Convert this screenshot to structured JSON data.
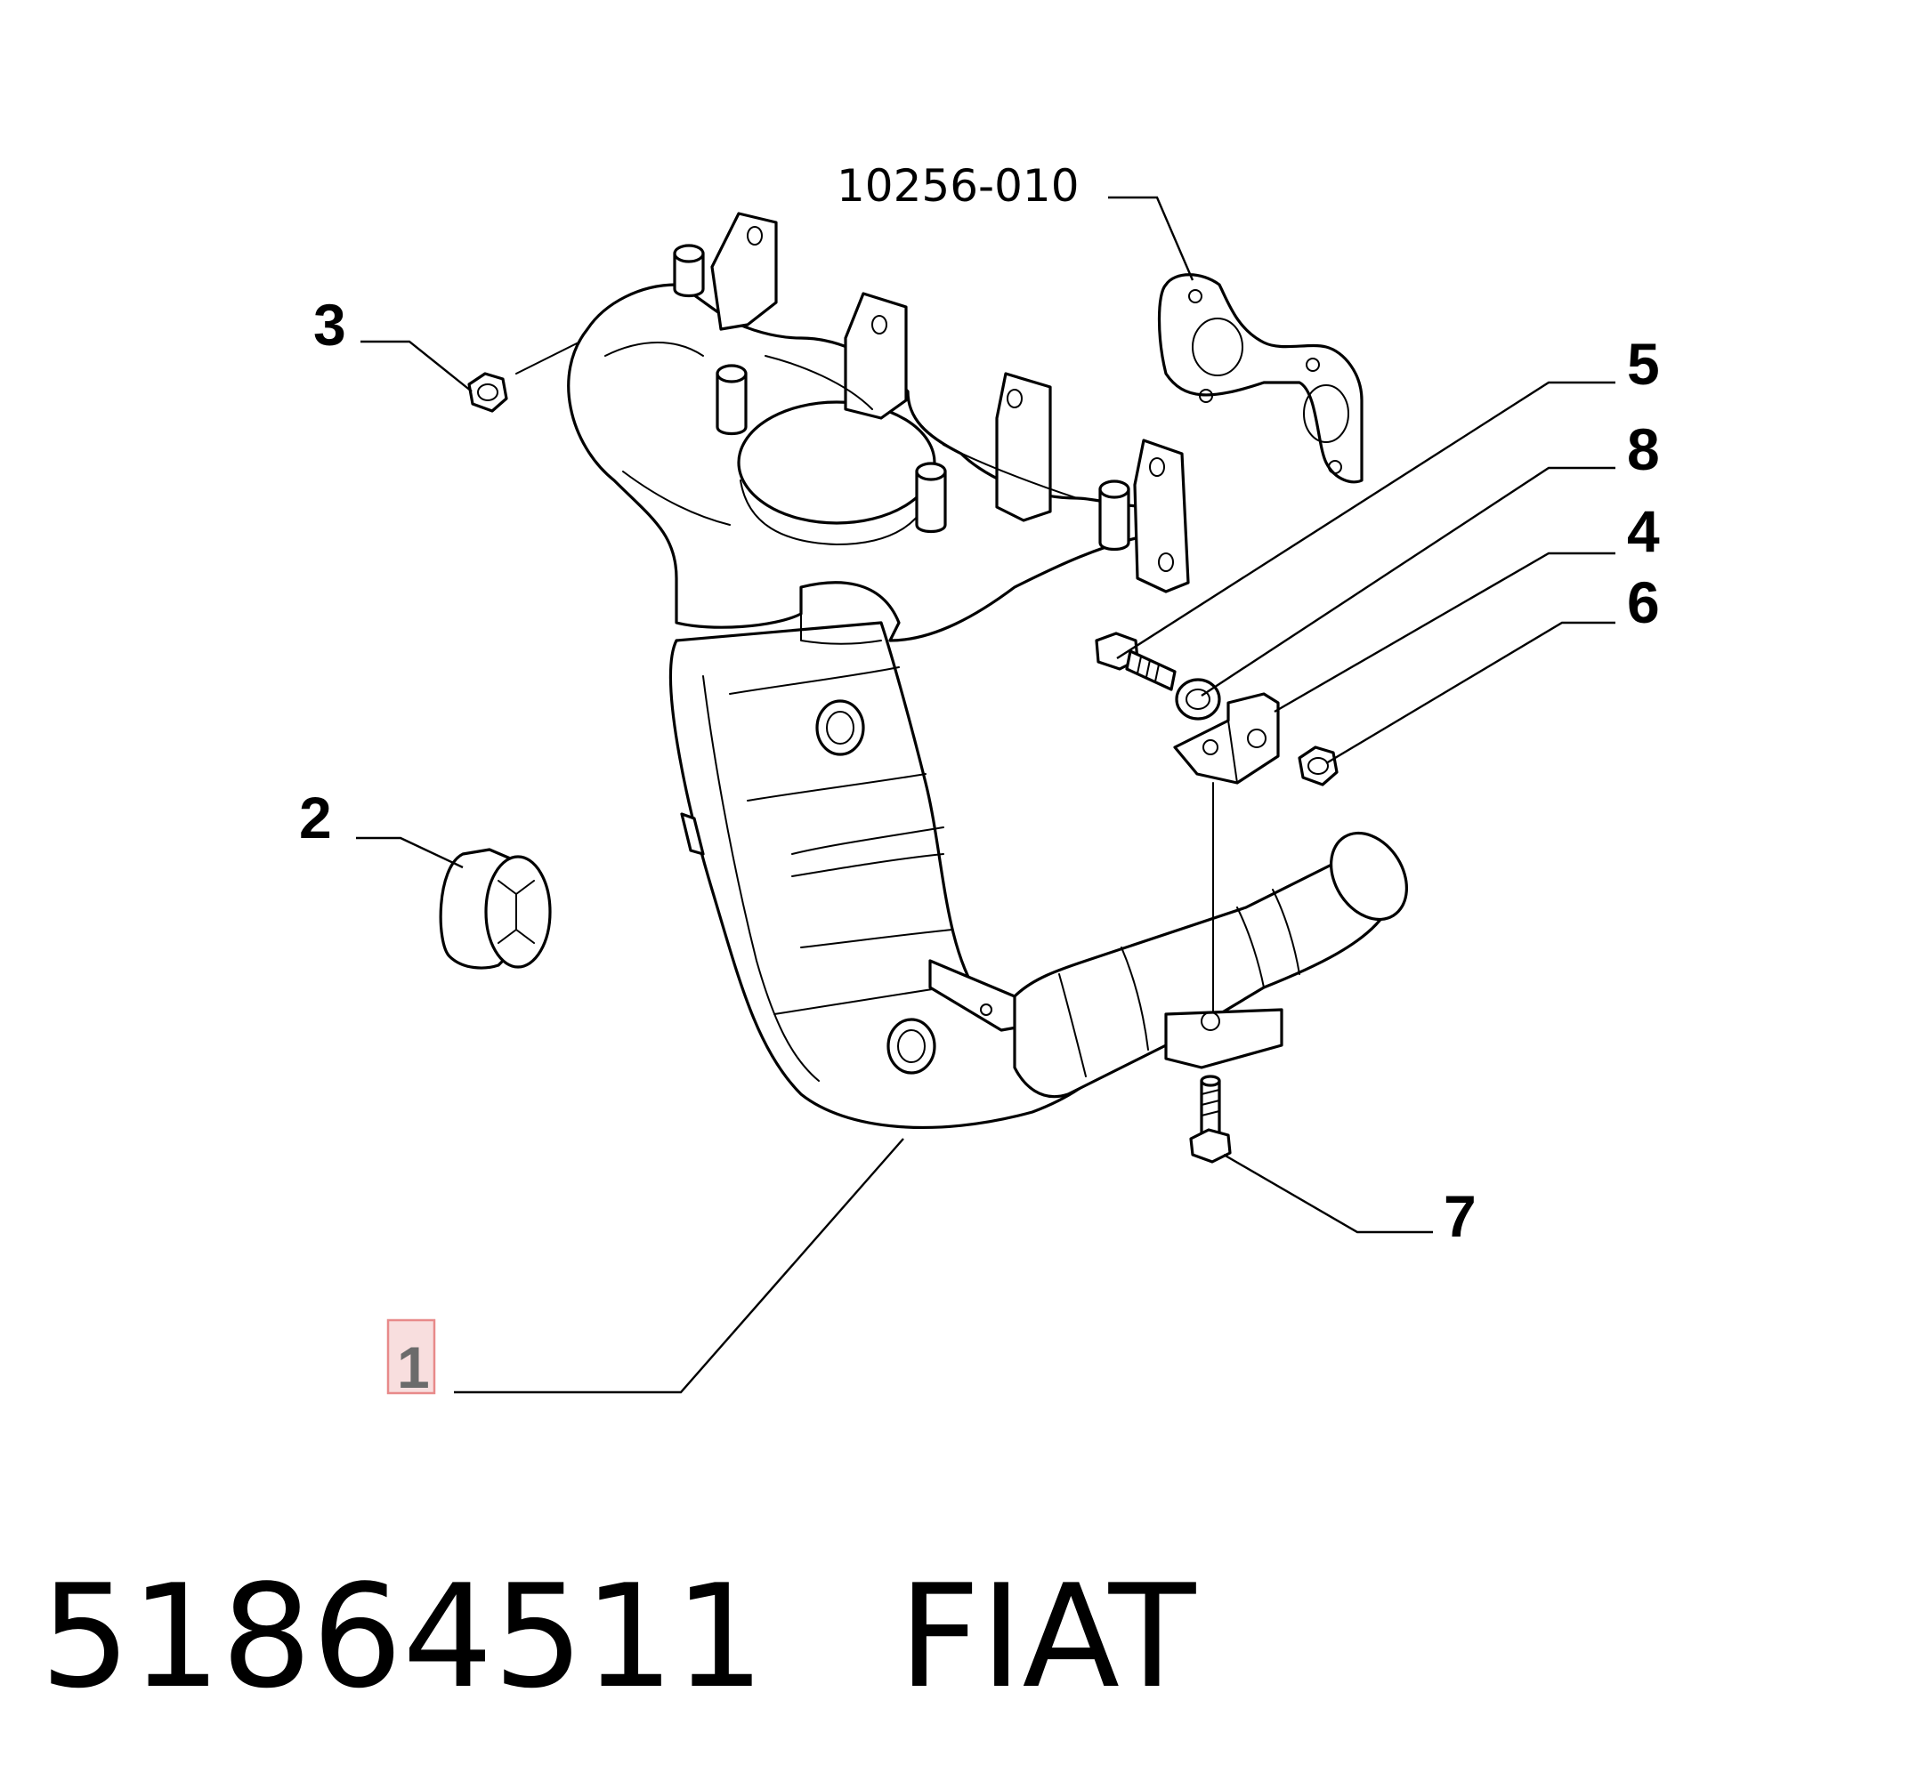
{
  "diagram": {
    "callouts": {
      "c1": "1",
      "c2": "2",
      "c3": "3",
      "c4": "4",
      "c5": "5",
      "c6": "6",
      "c7": "7",
      "c8": "8",
      "ref": "10256-010"
    },
    "highlight_color": "#f8dede"
  },
  "footer": {
    "part_number": "51864511",
    "brand": "FIAT"
  }
}
